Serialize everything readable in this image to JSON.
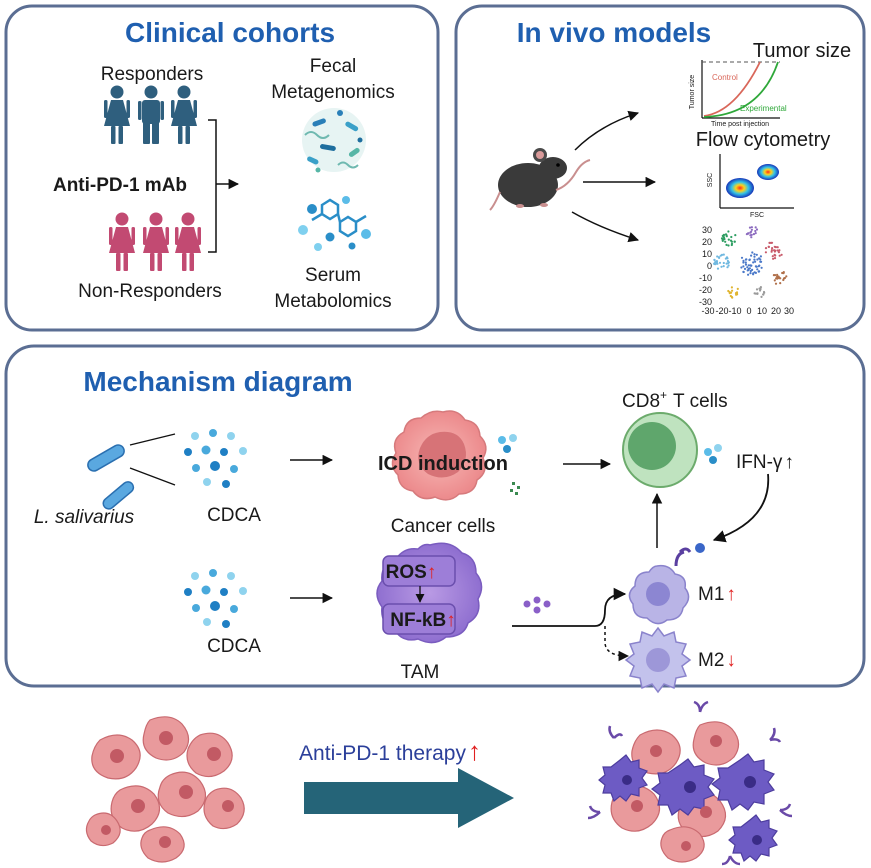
{
  "clinical": {
    "title": "Clinical cohorts",
    "responders": "Responders",
    "non_responders": "Non-Responders",
    "treatment": "Anti-PD-1 mAb",
    "fecal_line1": "Fecal",
    "fecal_line2": "Metagenomics",
    "serum_line1": "Serum",
    "serum_line2": "Metabolomics"
  },
  "invivo": {
    "title": "In vivo models",
    "tumor_size": "Tumor size",
    "tumor_ylabel": "Tumor size",
    "tumor_xlabel": "Time post injection",
    "control": "Control",
    "experimental": "Experimental",
    "flow": "Flow cytometry",
    "ssc": "SSC",
    "fsc": "FSC",
    "tsne_y_ticks": [
      "30",
      "20",
      "10",
      "0",
      "-10",
      "-20",
      "-30"
    ],
    "tsne_x_ticks": [
      "-30",
      "-20",
      "-10",
      "0",
      "10",
      "20",
      "30"
    ]
  },
  "mechanism": {
    "title": "Mechanism diagram",
    "bacteria": "L. salivarius",
    "cdca_top": "CDCA",
    "cdca_bottom": "CDCA",
    "icd": "ICD induction",
    "cancer_cells": "Cancer cells",
    "cd8": "CD8",
    "cd8_sup": "+",
    "t_cells": "T cells",
    "ifn": "IFN-γ",
    "ros": "ROS",
    "nfkb": "NF-kB",
    "tam": "TAM",
    "m1": "M1",
    "m2": "M2",
    "up_arrow": "↑",
    "down_arrow": "↓"
  },
  "bottom": {
    "therapy": "Anti-PD-1 therapy",
    "therapy_arrow": "↑"
  },
  "colors": {
    "panel_border": "#5b6e93",
    "title_blue": "#1f5fb0",
    "female_blue": "#2f5f7e",
    "female_pink": "#c24a72",
    "cancer_pink": "#f3a3a3",
    "tcell_green": "#a9d8a9",
    "tam_purple": "#a585d6",
    "m_lilac": "#b9b4e6",
    "big_arrow": "#256478",
    "red_arrow": "#e02020"
  }
}
